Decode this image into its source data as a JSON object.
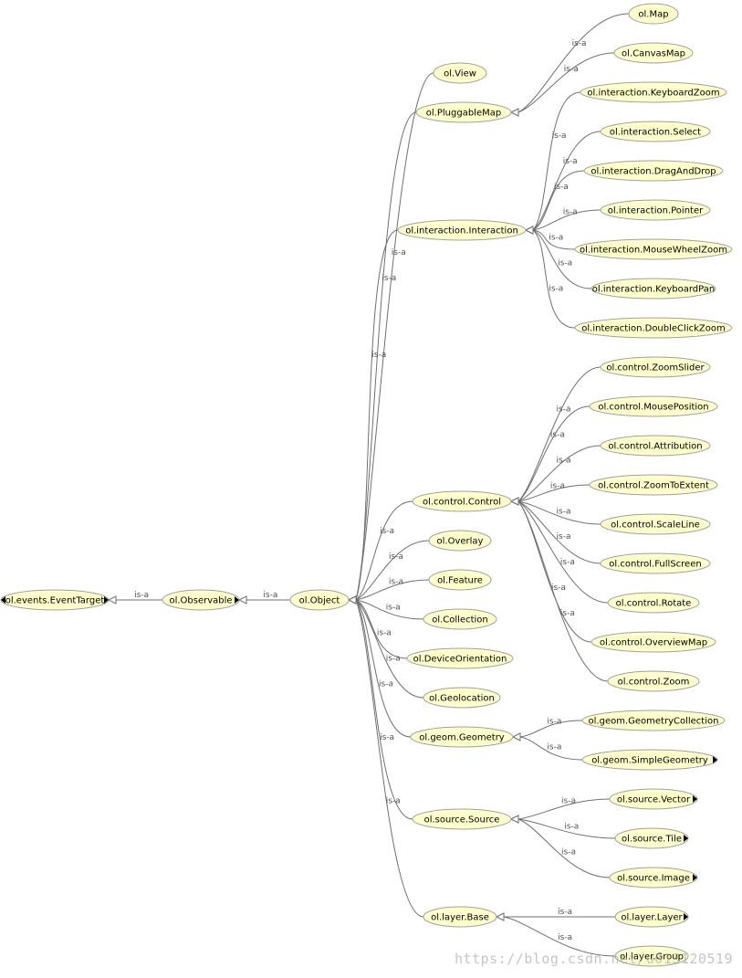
{
  "colors": {
    "node_fill": "#ffffcc",
    "node_stroke": "#a0a0a0",
    "edge": "#707070",
    "edge_label": "#505050"
  },
  "edge_label": "is-a",
  "watermark": "https://blog.csdn.net/u013120519",
  "nodes": [
    {
      "id": "events_target",
      "label": "ol.events.EventTarget",
      "expand_left": true,
      "expand_right": true
    },
    {
      "id": "observable",
      "label": "ol.Observable",
      "expand_right": true
    },
    {
      "id": "object",
      "label": "ol.Object"
    },
    {
      "id": "view",
      "label": "ol.View"
    },
    {
      "id": "pluggable",
      "label": "ol.PluggableMap"
    },
    {
      "id": "map",
      "label": "ol.Map"
    },
    {
      "id": "canvasmap",
      "label": "ol.CanvasMap"
    },
    {
      "id": "interaction",
      "label": "ol.interaction.Interaction"
    },
    {
      "id": "i_kbzoom",
      "label": "ol.interaction.KeyboardZoom"
    },
    {
      "id": "i_select",
      "label": "ol.interaction.Select"
    },
    {
      "id": "i_dragdrop",
      "label": "ol.interaction.DragAndDrop"
    },
    {
      "id": "i_pointer",
      "label": "ol.interaction.Pointer"
    },
    {
      "id": "i_mwzoom",
      "label": "ol.interaction.MouseWheelZoom"
    },
    {
      "id": "i_kbpan",
      "label": "ol.interaction.KeyboardPan"
    },
    {
      "id": "i_dczoom",
      "label": "ol.interaction.DoubleClickZoom"
    },
    {
      "id": "control",
      "label": "ol.control.Control"
    },
    {
      "id": "c_zslider",
      "label": "ol.control.ZoomSlider"
    },
    {
      "id": "c_mousepos",
      "label": "ol.control.MousePosition"
    },
    {
      "id": "c_attr",
      "label": "ol.control.Attribution"
    },
    {
      "id": "c_zextent",
      "label": "ol.control.ZoomToExtent"
    },
    {
      "id": "c_scale",
      "label": "ol.control.ScaleLine"
    },
    {
      "id": "c_full",
      "label": "ol.control.FullScreen"
    },
    {
      "id": "c_rotate",
      "label": "ol.control.Rotate"
    },
    {
      "id": "c_overview",
      "label": "ol.control.OverviewMap"
    },
    {
      "id": "c_zoom",
      "label": "ol.control.Zoom"
    },
    {
      "id": "overlay",
      "label": "ol.Overlay"
    },
    {
      "id": "feature",
      "label": "ol.Feature"
    },
    {
      "id": "collection",
      "label": "ol.Collection"
    },
    {
      "id": "deviceorient",
      "label": "ol.DeviceOrientation"
    },
    {
      "id": "geolocation",
      "label": "ol.Geolocation"
    },
    {
      "id": "geometry",
      "label": "ol.geom.Geometry"
    },
    {
      "id": "g_collection",
      "label": "ol.geom.GeometryCollection"
    },
    {
      "id": "g_simple",
      "label": "ol.geom.SimpleGeometry",
      "expand_right": true
    },
    {
      "id": "source",
      "label": "ol.source.Source"
    },
    {
      "id": "s_vector",
      "label": "ol.source.Vector",
      "expand_right": true
    },
    {
      "id": "s_tile",
      "label": "ol.source.Tile",
      "expand_right": true
    },
    {
      "id": "s_image",
      "label": "ol.source.Image",
      "expand_right": true
    },
    {
      "id": "layerbase",
      "label": "ol.layer.Base"
    },
    {
      "id": "l_layer",
      "label": "ol.layer.Layer",
      "expand_right": true
    },
    {
      "id": "l_group",
      "label": "ol.layer.Group"
    }
  ],
  "edges": [
    {
      "from": "observable",
      "to": "events_target"
    },
    {
      "from": "object",
      "to": "observable"
    },
    {
      "from": "view",
      "to": "object"
    },
    {
      "from": "pluggable",
      "to": "object"
    },
    {
      "from": "map",
      "to": "pluggable"
    },
    {
      "from": "canvasmap",
      "to": "pluggable"
    },
    {
      "from": "interaction",
      "to": "object"
    },
    {
      "from": "i_kbzoom",
      "to": "interaction"
    },
    {
      "from": "i_select",
      "to": "interaction"
    },
    {
      "from": "i_dragdrop",
      "to": "interaction"
    },
    {
      "from": "i_pointer",
      "to": "interaction"
    },
    {
      "from": "i_mwzoom",
      "to": "interaction"
    },
    {
      "from": "i_kbpan",
      "to": "interaction"
    },
    {
      "from": "i_dczoom",
      "to": "interaction"
    },
    {
      "from": "control",
      "to": "object"
    },
    {
      "from": "c_zslider",
      "to": "control"
    },
    {
      "from": "c_mousepos",
      "to": "control"
    },
    {
      "from": "c_attr",
      "to": "control"
    },
    {
      "from": "c_zextent",
      "to": "control"
    },
    {
      "from": "c_scale",
      "to": "control"
    },
    {
      "from": "c_full",
      "to": "control"
    },
    {
      "from": "c_rotate",
      "to": "control"
    },
    {
      "from": "c_overview",
      "to": "control"
    },
    {
      "from": "c_zoom",
      "to": "control"
    },
    {
      "from": "overlay",
      "to": "object"
    },
    {
      "from": "feature",
      "to": "object"
    },
    {
      "from": "collection",
      "to": "object"
    },
    {
      "from": "deviceorient",
      "to": "object"
    },
    {
      "from": "geolocation",
      "to": "object"
    },
    {
      "from": "geometry",
      "to": "object"
    },
    {
      "from": "g_collection",
      "to": "geometry"
    },
    {
      "from": "g_simple",
      "to": "geometry"
    },
    {
      "from": "source",
      "to": "object"
    },
    {
      "from": "s_vector",
      "to": "source"
    },
    {
      "from": "s_tile",
      "to": "source"
    },
    {
      "from": "s_image",
      "to": "source"
    },
    {
      "from": "layerbase",
      "to": "object"
    },
    {
      "from": "l_layer",
      "to": "layerbase"
    },
    {
      "from": "l_group",
      "to": "layerbase"
    }
  ]
}
